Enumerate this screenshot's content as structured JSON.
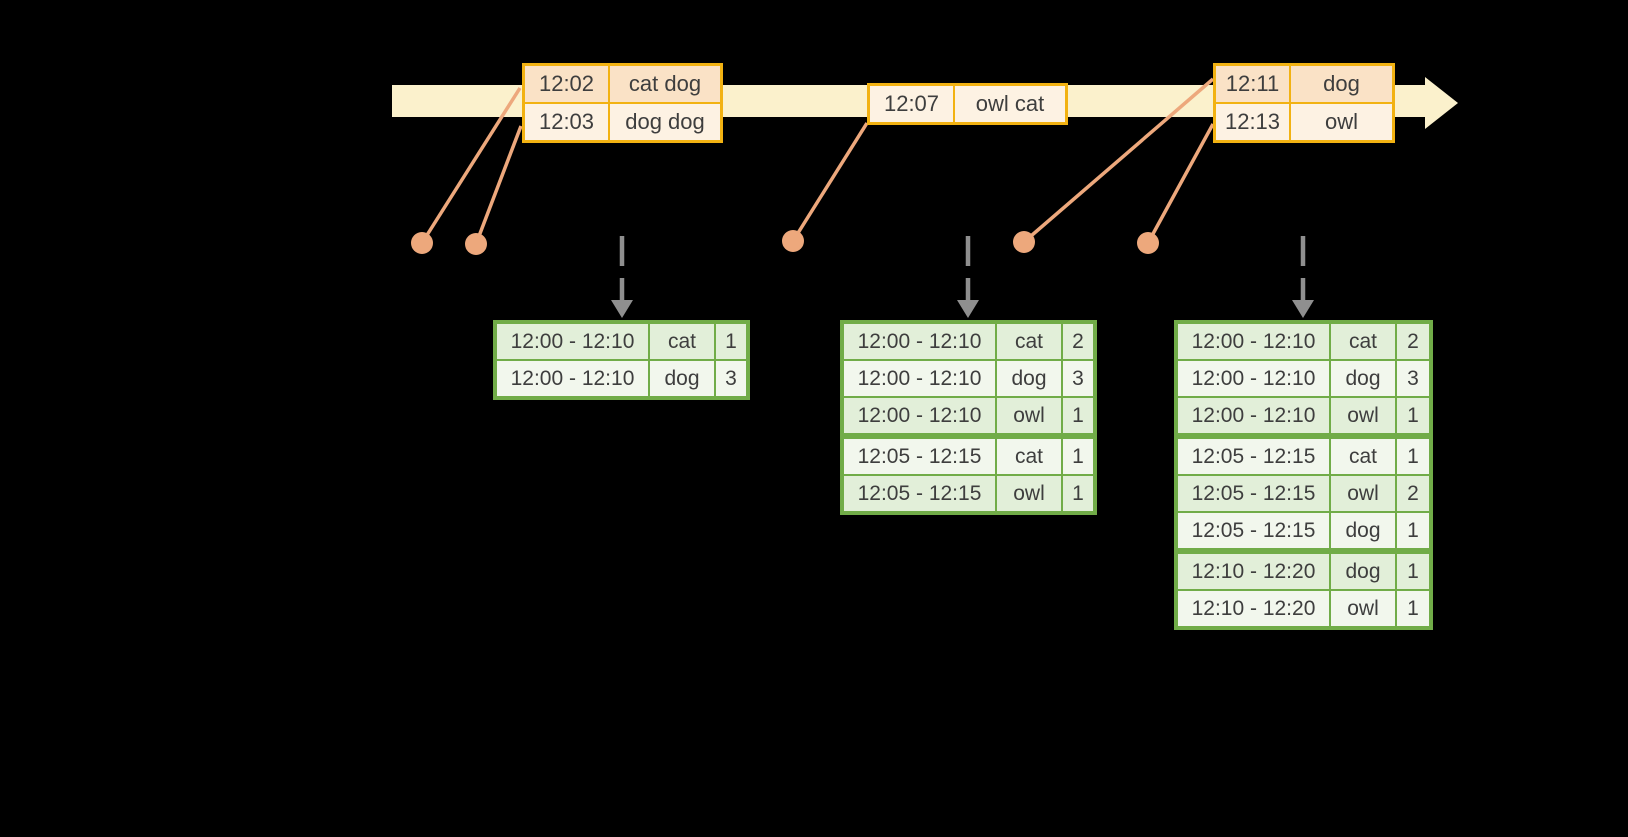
{
  "colors": {
    "background": "#000000",
    "timeline_fill": "#fbf1cc",
    "event_border": "#f2b212",
    "event_row_dark": "#fae2c6",
    "event_row_light": "#fdf2e3",
    "connector_and_dot": "#eda87c",
    "dashed_trigger_arrow": "#8f8f8f",
    "result_border": "#71ac48",
    "result_row_dark": "#e2efd9",
    "result_row_light": "#f2f7ed",
    "text": "#3e3e3e"
  },
  "icons": {
    "timeline_arrow": "right-filled-triangle arrowhead on cream band",
    "event_dot": "filled salmon circle marker",
    "connector_line": "salmon diagonal line from event box to dot",
    "trigger_arrow": "gray vertical dashed arrow pointing down to result table"
  },
  "timeline": {
    "events": [
      {
        "rows": [
          {
            "time": "12:02",
            "words": "cat dog"
          },
          {
            "time": "12:03",
            "words": "dog dog"
          }
        ]
      },
      {
        "rows": [
          {
            "time": "12:07",
            "words": "owl cat"
          }
        ]
      },
      {
        "rows": [
          {
            "time": "12:11",
            "words": "dog"
          },
          {
            "time": "12:13",
            "words": "owl"
          }
        ]
      }
    ]
  },
  "result_tables": [
    {
      "rows": [
        {
          "window": "12:00 - 12:10",
          "word": "cat",
          "count": "1"
        },
        {
          "window": "12:00 - 12:10",
          "word": "dog",
          "count": "3"
        }
      ]
    },
    {
      "rows": [
        {
          "window": "12:00 - 12:10",
          "word": "cat",
          "count": "2"
        },
        {
          "window": "12:00 - 12:10",
          "word": "dog",
          "count": "3"
        },
        {
          "window": "12:00 - 12:10",
          "word": "owl",
          "count": "1"
        },
        {
          "window": "12:05 - 12:15",
          "word": "cat",
          "count": "1"
        },
        {
          "window": "12:05 - 12:15",
          "word": "owl",
          "count": "1"
        }
      ]
    },
    {
      "rows": [
        {
          "window": "12:00 - 12:10",
          "word": "cat",
          "count": "2"
        },
        {
          "window": "12:00 - 12:10",
          "word": "dog",
          "count": "3"
        },
        {
          "window": "12:00 - 12:10",
          "word": "owl",
          "count": "1"
        },
        {
          "window": "12:05 - 12:15",
          "word": "cat",
          "count": "1"
        },
        {
          "window": "12:05 - 12:15",
          "word": "owl",
          "count": "2"
        },
        {
          "window": "12:05 - 12:15",
          "word": "dog",
          "count": "1"
        },
        {
          "window": "12:10 - 12:20",
          "word": "dog",
          "count": "1"
        },
        {
          "window": "12:10 - 12:20",
          "word": "owl",
          "count": "1"
        }
      ]
    }
  ]
}
